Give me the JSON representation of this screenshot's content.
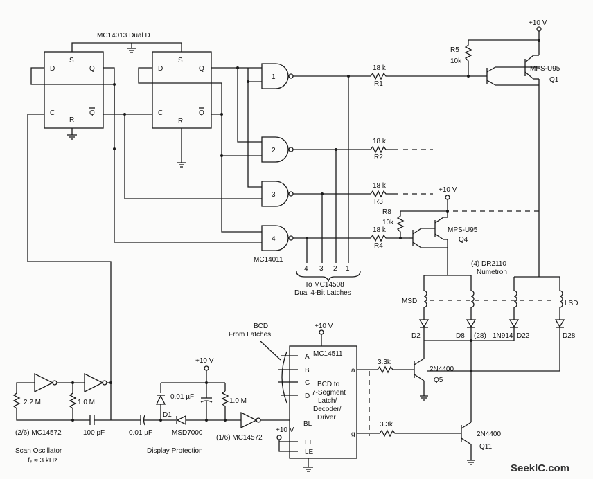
{
  "labels": {
    "ff_title": "MC14013 Dual D",
    "ff_d": "D",
    "ff_s": "S",
    "ff_q": "Q",
    "ff_c": "C",
    "ff_r": "R",
    "ff_qbar": "Q",
    "nand1": "1",
    "nand2": "2",
    "nand3": "3",
    "nand4": "4",
    "mc14011": "MC14011",
    "r1_val": "18 k",
    "r1": "R1",
    "r2_val": "18 k",
    "r2": "R2",
    "r3_val": "18 k",
    "r3": "R3",
    "r4_val": "18 k",
    "r4": "R4",
    "r5": "R5",
    "r5_val": "10k",
    "r8": "R8",
    "r8_val": "10k",
    "plus10v_top": "+10 V",
    "plus10v_mid": "+10 V",
    "q1_type": "MPS-U95",
    "q1": "Q1",
    "q4_type": "MPS-U95",
    "q4": "Q4",
    "latch_nums": [
      "4",
      "3",
      "2",
      "1"
    ],
    "to_mc14508": "To MC14508",
    "dual_latches": "Dual 4-Bit Latches",
    "numetron_count": "(4) DR2110",
    "numetron": "Numetron",
    "msd": "MSD",
    "lsd": "LSD",
    "d2": "D2",
    "d8": "D8",
    "d8_note": "(28)",
    "d_type": "1N914",
    "d22": "D22",
    "d28": "D28",
    "bcd": "BCD",
    "from_latches": "From Latches",
    "plus10v_ic": "+10 V",
    "ic_name": "MC14511",
    "ic_pins_left": [
      "A",
      "B",
      "C",
      "D",
      "BL",
      "LT",
      "LE"
    ],
    "ic_pin_a": "a",
    "ic_pin_g": "g",
    "ic_desc": [
      "BCD to",
      "7-Segment",
      "Latch/",
      "Decoder/",
      "Driver"
    ],
    "r33k_1": "3.3k",
    "r33k_2": "3.3k",
    "q5_type": "2N4400",
    "q5": "Q5",
    "q11_type": "2N4400",
    "q11": "Q11",
    "plus10v_lt": "+10 V",
    "plus10v_prot": "+10 V",
    "cap_001_a": "0.01 µF",
    "r_1m_prot": "1.0 M",
    "d1": "D1",
    "msd7000": "MSD7000",
    "mc14572_inv": "(1/6) MC14572",
    "display_protection": "Display Protection",
    "cap_001_b": "0.01 µF",
    "r_22m": "2.2 M",
    "r_1m_osc": "1.0 M",
    "cap_100pf": "100 pF",
    "mc14572_osc": "(2/6) MC14572",
    "scan_osc": "Scan Oscillator",
    "freq": "fₛ ≈ 3 kHz",
    "watermark": "SeekIC.com"
  }
}
